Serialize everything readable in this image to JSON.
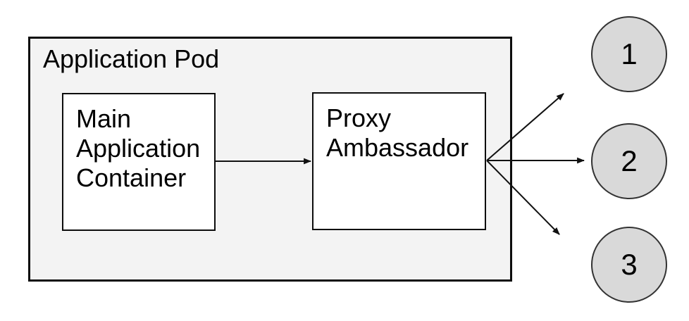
{
  "pod": {
    "label": "Application Pod"
  },
  "nodes": {
    "main": {
      "label": "Main Application Container"
    },
    "proxy": {
      "label": "Proxy Ambassador"
    }
  },
  "endpoints": [
    {
      "label": "1"
    },
    {
      "label": "2"
    },
    {
      "label": "3"
    }
  ],
  "colors": {
    "pod_fill": "#f3f3f3",
    "node_fill": "#ffffff",
    "endpoint_fill": "#d9d9d9",
    "stroke": "#0d0d0d",
    "endpoint_stroke": "#333333",
    "arrow": "#111111",
    "text": "#000000"
  }
}
